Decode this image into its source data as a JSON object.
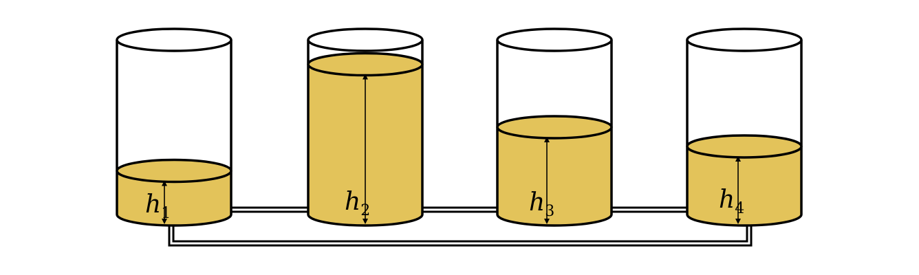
{
  "colors": {
    "liquid": "#e3c35a",
    "outline": "#000000",
    "background": "#ffffff"
  },
  "tanks": [
    {
      "label_var": "h",
      "label_sub": "1",
      "level": 0.25
    },
    {
      "label_var": "h",
      "label_sub": "2",
      "level": 0.86
    },
    {
      "label_var": "h",
      "label_sub": "3",
      "level": 0.5
    },
    {
      "label_var": "h",
      "label_sub": "4",
      "level": 0.39
    }
  ]
}
